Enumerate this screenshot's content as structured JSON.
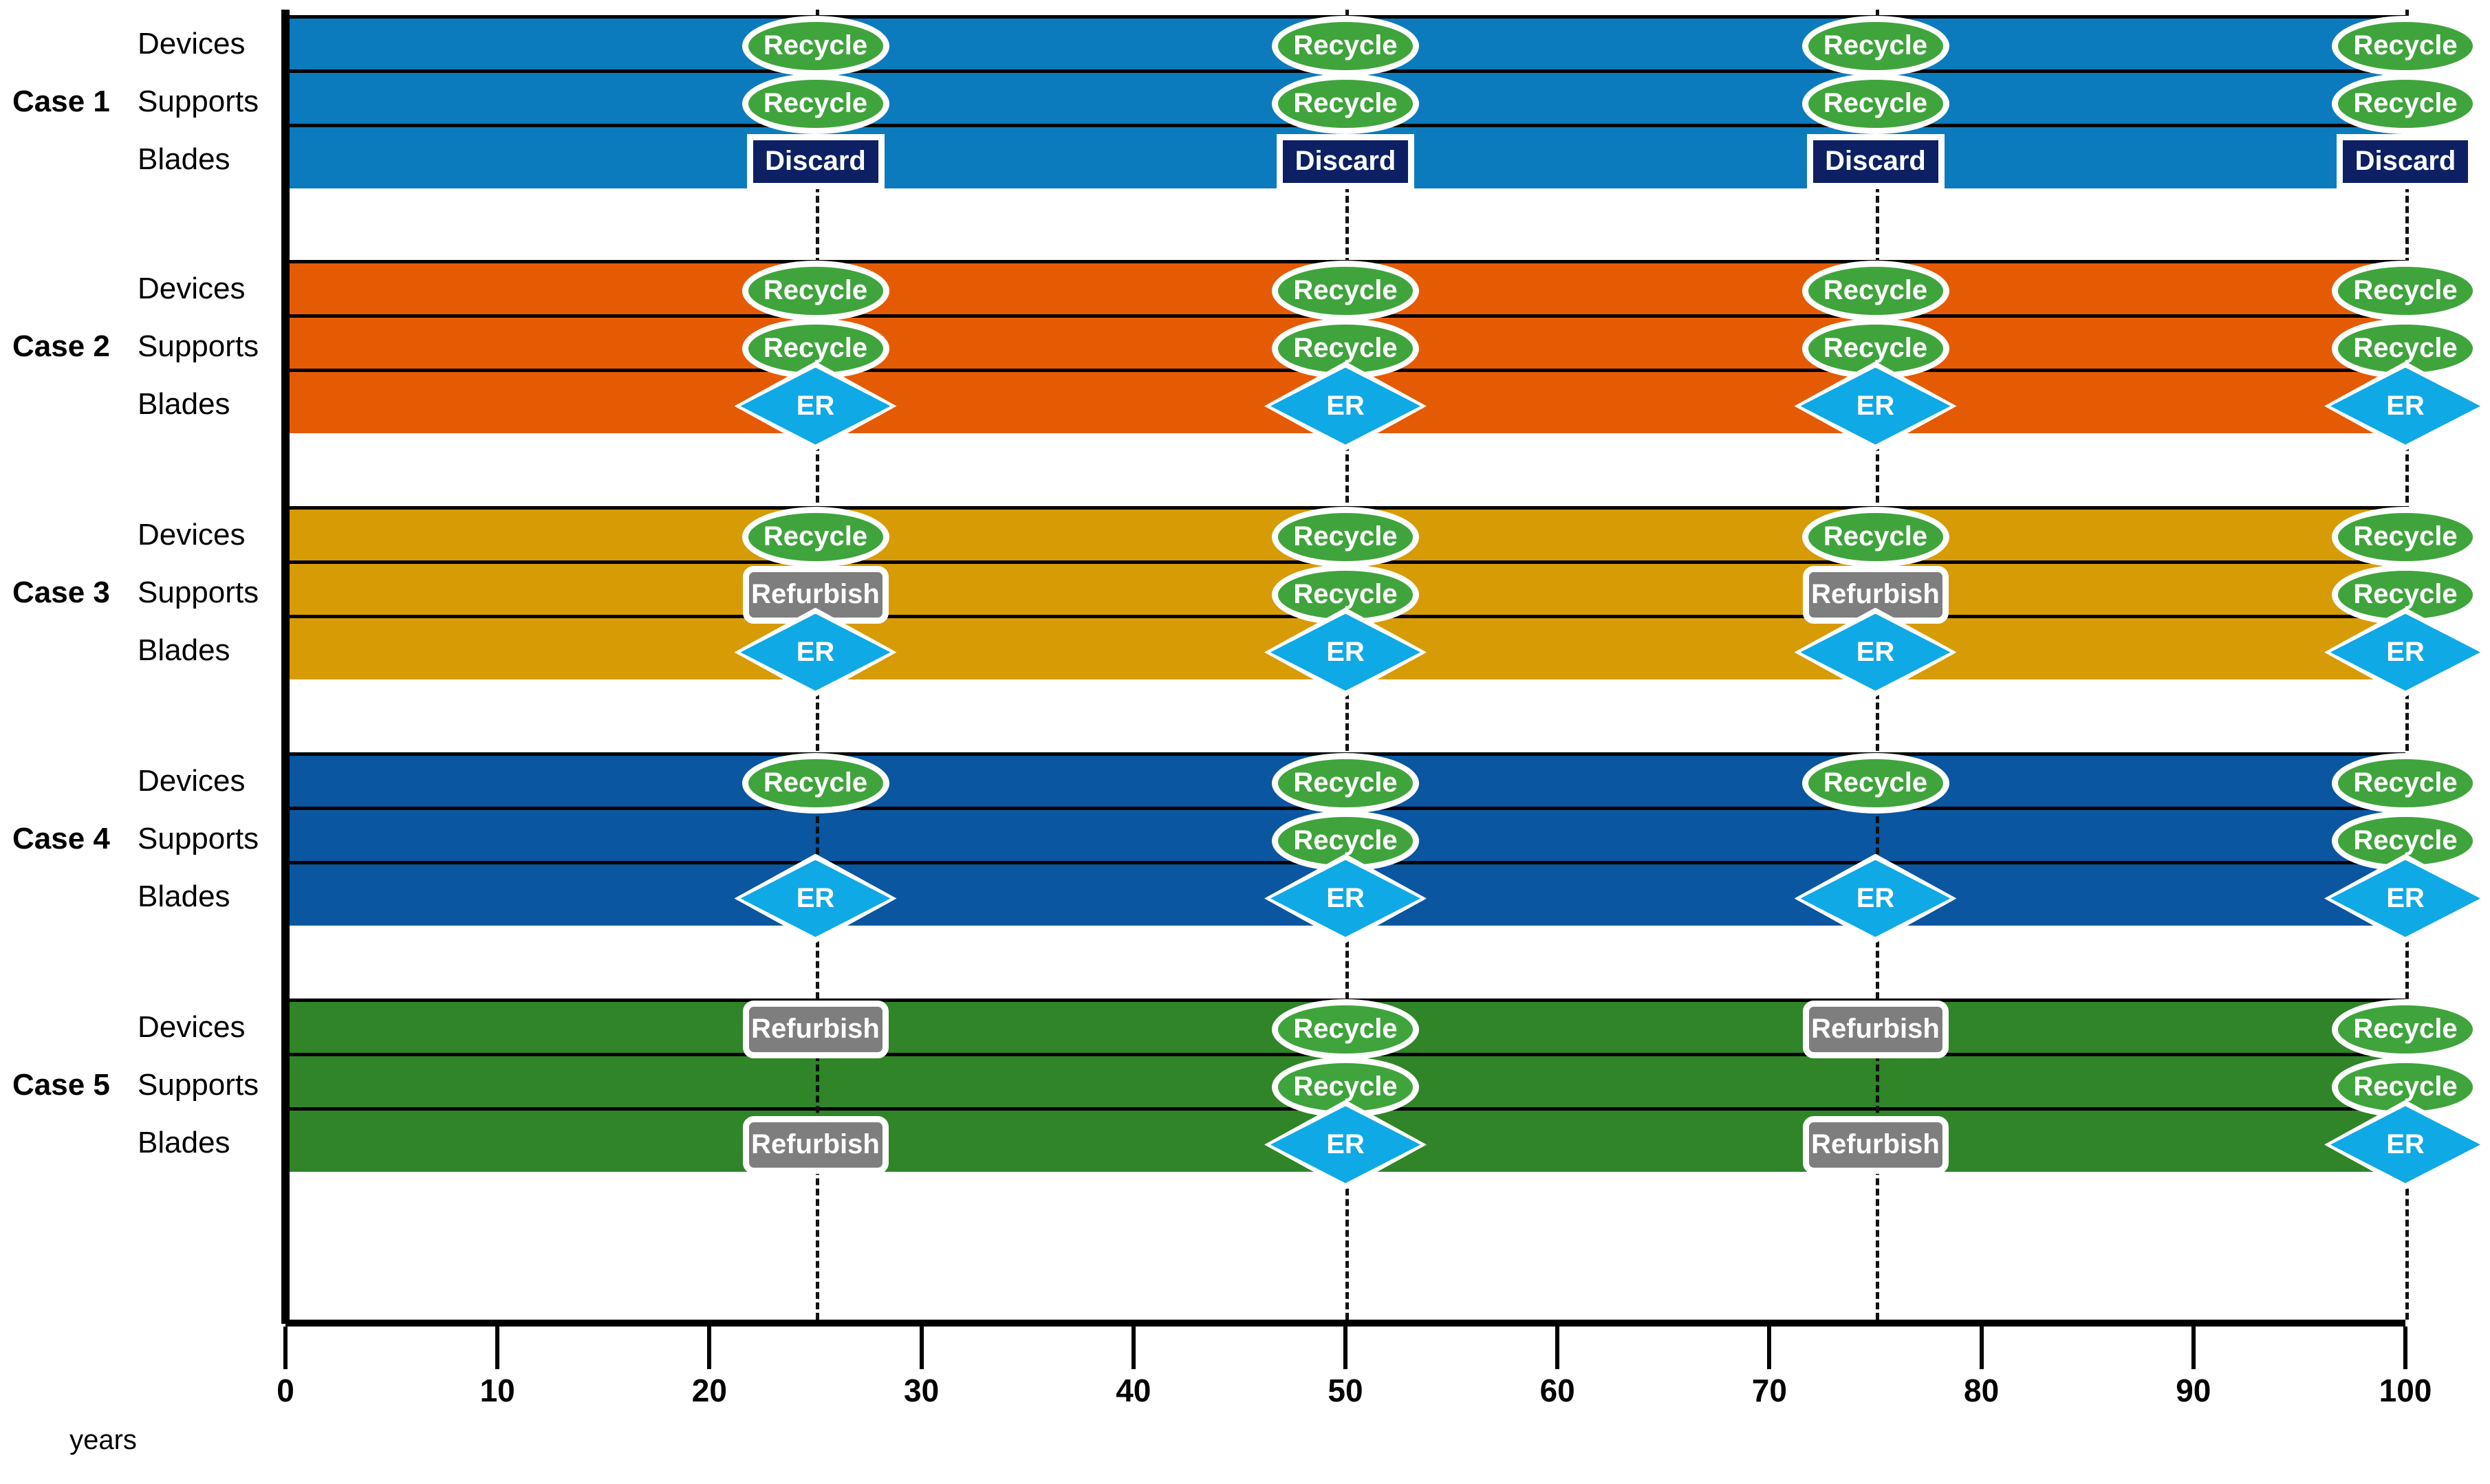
{
  "axis": {
    "title": "years",
    "ticks": [
      0,
      10,
      20,
      30,
      40,
      50,
      60,
      70,
      80,
      90,
      100
    ],
    "min": 0,
    "max": 100,
    "guides": [
      25,
      50,
      75,
      100
    ]
  },
  "row_labels": {
    "devices": "Devices",
    "supports": "Supports",
    "blades": "Blades"
  },
  "marker_labels": {
    "recycle": "Recycle",
    "discard": "Discard",
    "er": "ER",
    "refurbish": "Refurbish"
  },
  "colors": {
    "case1": "#0C7BBE",
    "case2": "#E55B04",
    "case3": "#D79B06",
    "case4": "#0A56A0",
    "case5": "#2F8527",
    "recycle": "#3FA43C",
    "discard": "#0C2063",
    "er": "#0FA9E6",
    "refurbish": "#7E7E7E",
    "outline": "#FFFFFF",
    "axis": "#000000"
  },
  "chart_data": {
    "type": "table",
    "title": "",
    "xlabel": "years",
    "ylabel": "",
    "xlim": [
      0,
      100
    ],
    "grid": "dashed vertical guides at 25, 50, 75, 100",
    "legend": "none",
    "cases": [
      {
        "name": "Case 1",
        "color": "#0C7BBE",
        "rows": [
          {
            "label": "Devices",
            "events": [
              {
                "year": 25,
                "type": "recycle"
              },
              {
                "year": 50,
                "type": "recycle"
              },
              {
                "year": 75,
                "type": "recycle"
              },
              {
                "year": 100,
                "type": "recycle"
              }
            ]
          },
          {
            "label": "Supports",
            "events": [
              {
                "year": 25,
                "type": "recycle"
              },
              {
                "year": 50,
                "type": "recycle"
              },
              {
                "year": 75,
                "type": "recycle"
              },
              {
                "year": 100,
                "type": "recycle"
              }
            ]
          },
          {
            "label": "Blades",
            "events": [
              {
                "year": 25,
                "type": "discard"
              },
              {
                "year": 50,
                "type": "discard"
              },
              {
                "year": 75,
                "type": "discard"
              },
              {
                "year": 100,
                "type": "discard"
              }
            ]
          }
        ]
      },
      {
        "name": "Case 2",
        "color": "#E55B04",
        "rows": [
          {
            "label": "Devices",
            "events": [
              {
                "year": 25,
                "type": "recycle"
              },
              {
                "year": 50,
                "type": "recycle"
              },
              {
                "year": 75,
                "type": "recycle"
              },
              {
                "year": 100,
                "type": "recycle"
              }
            ]
          },
          {
            "label": "Supports",
            "events": [
              {
                "year": 25,
                "type": "recycle"
              },
              {
                "year": 50,
                "type": "recycle"
              },
              {
                "year": 75,
                "type": "recycle"
              },
              {
                "year": 100,
                "type": "recycle"
              }
            ]
          },
          {
            "label": "Blades",
            "events": [
              {
                "year": 25,
                "type": "er"
              },
              {
                "year": 50,
                "type": "er"
              },
              {
                "year": 75,
                "type": "er"
              },
              {
                "year": 100,
                "type": "er"
              }
            ]
          }
        ]
      },
      {
        "name": "Case 3",
        "color": "#D79B06",
        "rows": [
          {
            "label": "Devices",
            "events": [
              {
                "year": 25,
                "type": "recycle"
              },
              {
                "year": 50,
                "type": "recycle"
              },
              {
                "year": 75,
                "type": "recycle"
              },
              {
                "year": 100,
                "type": "recycle"
              }
            ]
          },
          {
            "label": "Supports",
            "events": [
              {
                "year": 25,
                "type": "refurbish"
              },
              {
                "year": 50,
                "type": "recycle"
              },
              {
                "year": 75,
                "type": "refurbish"
              },
              {
                "year": 100,
                "type": "recycle"
              }
            ]
          },
          {
            "label": "Blades",
            "events": [
              {
                "year": 25,
                "type": "er"
              },
              {
                "year": 50,
                "type": "er"
              },
              {
                "year": 75,
                "type": "er"
              },
              {
                "year": 100,
                "type": "er"
              }
            ]
          }
        ]
      },
      {
        "name": "Case 4",
        "color": "#0A56A0",
        "rows": [
          {
            "label": "Devices",
            "events": [
              {
                "year": 25,
                "type": "recycle"
              },
              {
                "year": 50,
                "type": "recycle"
              },
              {
                "year": 75,
                "type": "recycle"
              },
              {
                "year": 100,
                "type": "recycle"
              }
            ]
          },
          {
            "label": "Supports",
            "events": [
              {
                "year": 50,
                "type": "recycle"
              },
              {
                "year": 100,
                "type": "recycle"
              }
            ]
          },
          {
            "label": "Blades",
            "events": [
              {
                "year": 25,
                "type": "er"
              },
              {
                "year": 50,
                "type": "er"
              },
              {
                "year": 75,
                "type": "er"
              },
              {
                "year": 100,
                "type": "er"
              }
            ]
          }
        ]
      },
      {
        "name": "Case 5",
        "color": "#2F8527",
        "rows": [
          {
            "label": "Devices",
            "events": [
              {
                "year": 25,
                "type": "refurbish"
              },
              {
                "year": 50,
                "type": "recycle"
              },
              {
                "year": 75,
                "type": "refurbish"
              },
              {
                "year": 100,
                "type": "recycle"
              }
            ]
          },
          {
            "label": "Supports",
            "events": [
              {
                "year": 50,
                "type": "recycle"
              },
              {
                "year": 100,
                "type": "recycle"
              }
            ]
          },
          {
            "label": "Blades",
            "events": [
              {
                "year": 25,
                "type": "refurbish"
              },
              {
                "year": 50,
                "type": "er"
              },
              {
                "year": 75,
                "type": "refurbish"
              },
              {
                "year": 100,
                "type": "er"
              }
            ]
          }
        ]
      }
    ]
  }
}
